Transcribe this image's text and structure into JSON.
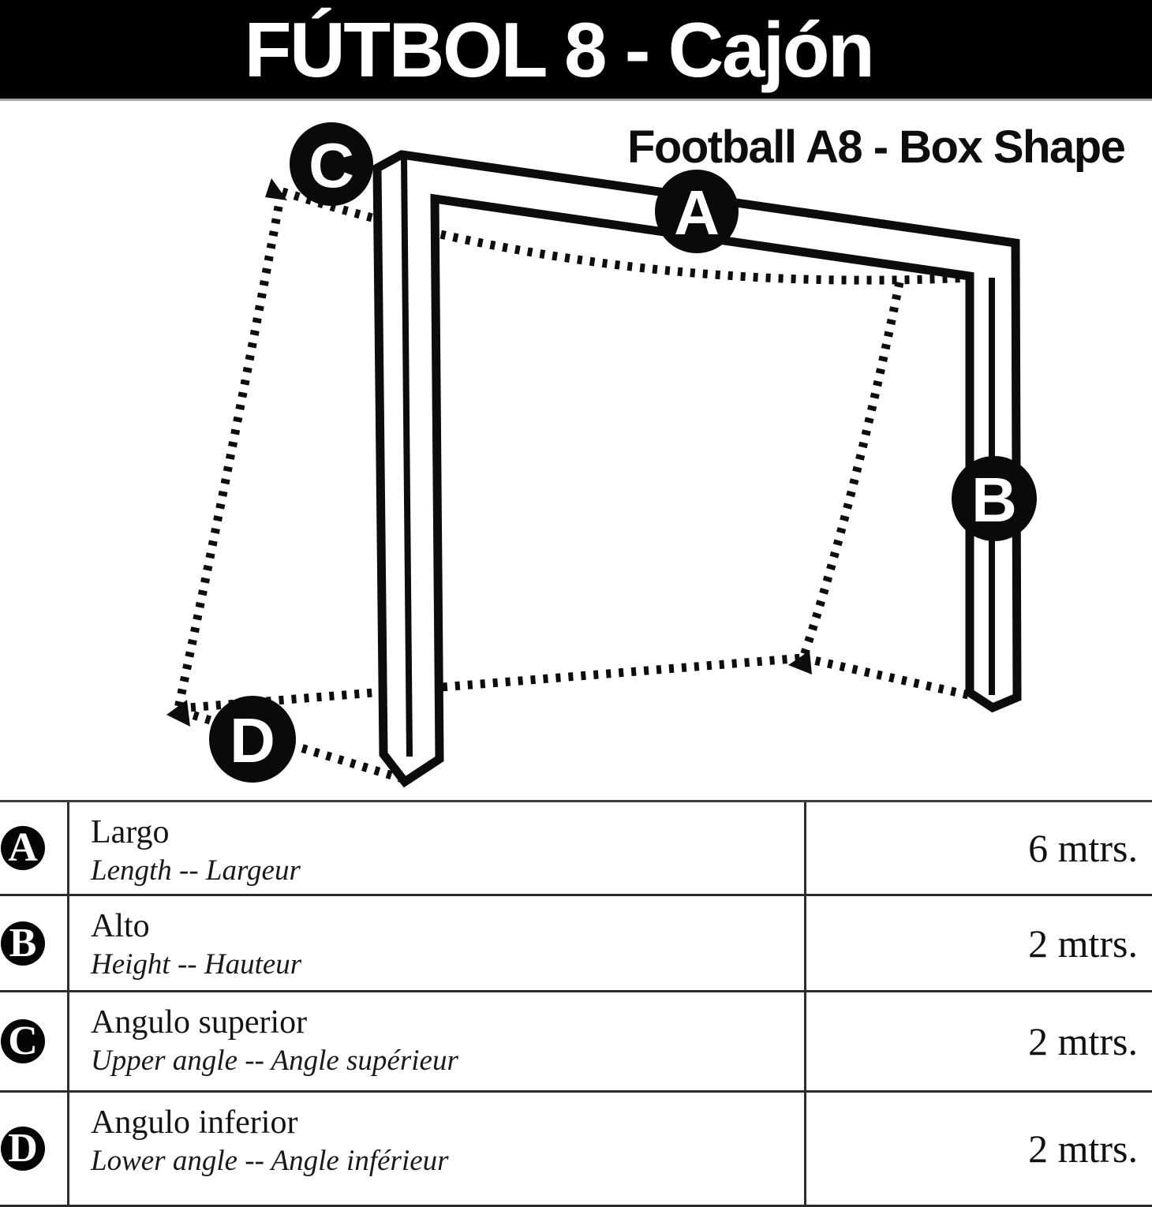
{
  "banner": {
    "title": "FÚTBOL 8 - Cajón"
  },
  "diagram": {
    "subtitle": "Football A8 - Box Shape",
    "markers": {
      "a": "A",
      "b": "B",
      "c": "C",
      "d": "D"
    }
  },
  "table": {
    "rows": [
      {
        "badge": "A",
        "label": "Largo",
        "sublabel": "Length -- Largeur",
        "value": "6 mtrs."
      },
      {
        "badge": "B",
        "label": "Alto",
        "sublabel": "Height -- Hauteur",
        "value": "2 mtrs."
      },
      {
        "badge": "C",
        "label": "Angulo superior",
        "sublabel": "Upper angle -- Angle supérieur",
        "value": "2 mtrs."
      },
      {
        "badge": "D",
        "label": "Angulo inferior",
        "sublabel": "Lower angle -- Angle inférieur",
        "value": "2 mtrs."
      }
    ]
  },
  "colors": {
    "banner_bg": "#000000",
    "ink": "#0d0d0d",
    "paper": "#ffffff",
    "table_border": "#2b2b2b"
  }
}
